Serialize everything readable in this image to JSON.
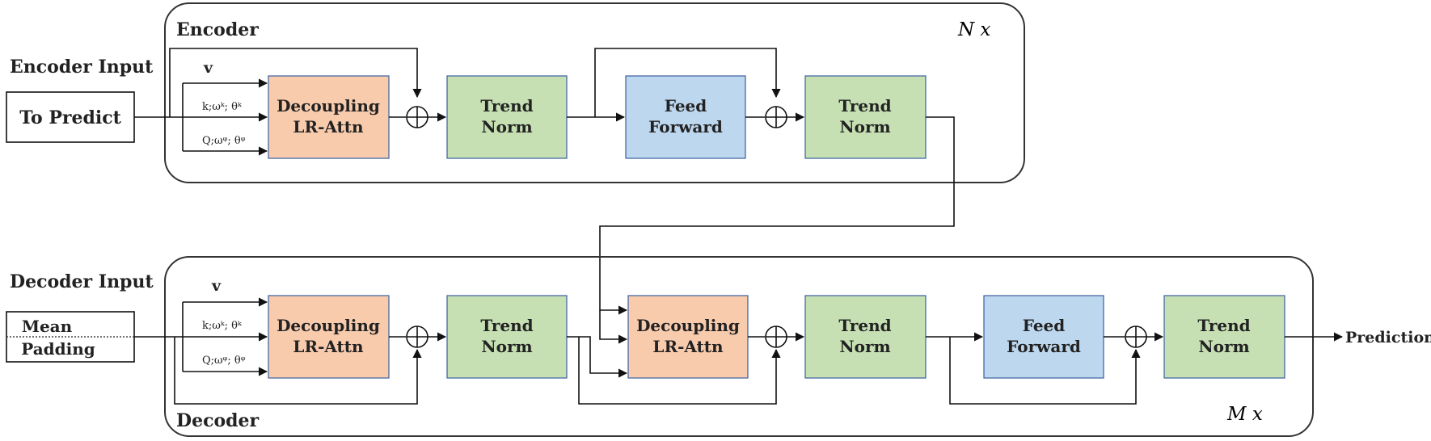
{
  "encoder": {
    "title": "Encoder",
    "repeat": "N x",
    "input_label": "Encoder Input",
    "input_box": "To Predict",
    "arrow_v": "v",
    "arrow_k": "k;ωᵏ; θᵏ",
    "arrow_q": "Q;ωᵠ; θᵠ",
    "attn": [
      "Decoupling",
      "LR-Attn"
    ],
    "norm1": [
      "Trend",
      "Norm"
    ],
    "ff": [
      "Feed",
      "Forward"
    ],
    "norm2": [
      "Trend",
      "Norm"
    ]
  },
  "decoder": {
    "title": "Decoder",
    "repeat": "M x",
    "input_label": "Decoder Input",
    "input_box_top": "Mean",
    "input_box_bottom": "Padding",
    "arrow_v": "v",
    "arrow_k": "k;ωᵏ; θᵏ",
    "arrow_q": "Q;ωᵠ; θᵠ",
    "attn1": [
      "Decoupling",
      "LR-Attn"
    ],
    "norm1": [
      "Trend",
      "Norm"
    ],
    "attn2": [
      "Decoupling",
      "LR-Attn"
    ],
    "norm2": [
      "Trend",
      "Norm"
    ],
    "ff": [
      "Feed",
      "Forward"
    ],
    "norm3": [
      "Trend",
      "Norm"
    ]
  },
  "output_label": "Prediction",
  "colors": {
    "attention": "#f8cbad",
    "norm": "#c6e0b4",
    "feed_forward": "#bdd7ee",
    "block_border": "#3a5fa0"
  }
}
